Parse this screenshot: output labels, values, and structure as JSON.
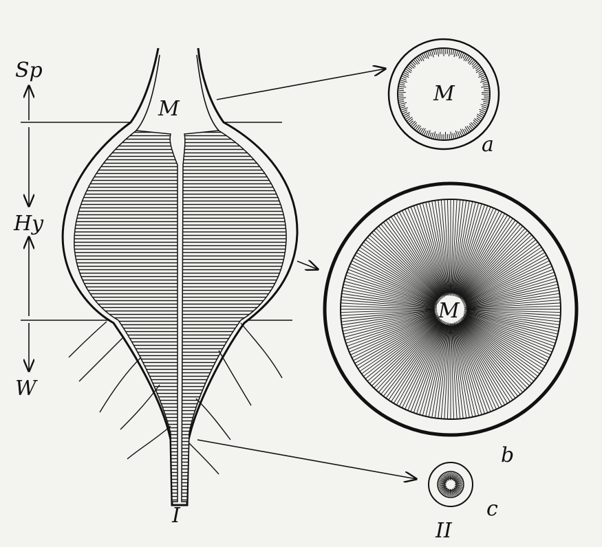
{
  "labels": {
    "sp": "Sp",
    "hy": "Hy",
    "w": "W",
    "main_m": "M",
    "figure_i": "I",
    "figure_ii": "II",
    "section_a": "a",
    "section_a_m": "M",
    "section_b": "b",
    "section_b_m": "M",
    "section_c": "c"
  },
  "colors": {
    "ink": "#111111",
    "paper": "#f3f3ef"
  }
}
